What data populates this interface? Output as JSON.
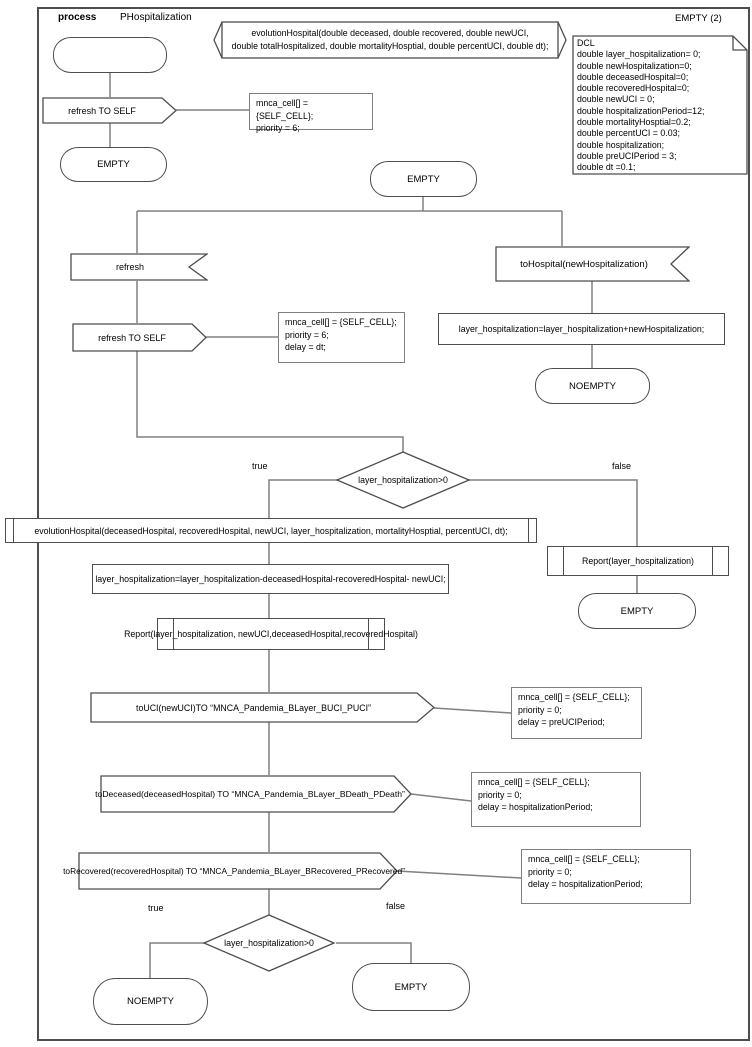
{
  "header": {
    "kind_label": "process",
    "process_name": "PHospitalization",
    "state_tag": "EMPTY (2)"
  },
  "colors": {
    "shape_border": "#4d4d4d",
    "connector": "#808080",
    "comment_border": "#7f7f7f",
    "background": "#ffffff",
    "text": "#000000"
  },
  "signature": {
    "text": "evolutionHospital(double deceased, double recovered, double newUCI,\ndouble totalHospitalized, double mortalityHosptial, double percentUCI, double dt);"
  },
  "declarations": {
    "text": "DCL\ndouble layer_hospitalization= 0;\ndouble newHospitalization=0;\ndouble deceasedHospital=0;\ndouble recoveredHospital=0;\ndouble newUCI = 0;\ndouble hospitalizationPeriod=12;\ndouble mortalityHosptial=0.2;\ndouble percentUCI = 0.03;\ndouble hospitalization;\ndouble preUCIPeriod = 3;\ndouble dt =0.1;"
  },
  "nodes": {
    "output_refresh_init": "refresh TO SELF",
    "comment_init": "mnca_cell[] = {SELF_CELL};\npriority = 6;",
    "state_empty_start": "EMPTY",
    "state_empty_main": "EMPTY",
    "input_refresh": "refresh",
    "output_refresh_self": "refresh TO SELF",
    "comment_refresh": "mnca_cell[] = {SELF_CELL};\npriority = 6;\ndelay = dt;",
    "input_tohospital": "toHospital(newHospitalization)",
    "task_add": "layer_hospitalization=layer_hospitalization+newHospitalization;",
    "state_noempty_right": "NOEMPTY",
    "decision_top": "layer_hospitalization>0",
    "proc_evolution": "evolutionHospital(deceasedHospital, recoveredHospital, newUCI, layer_hospitalization, mortalityHosptial, percentUCI, dt);",
    "task_subtract": "layer_hospitalization=layer_hospitalization-deceasedHospital-recoveredHospital- newUCI;",
    "proc_report_main": "Report(layer_hospitalization, newUCI,deceasedHospital,recoveredHospital)",
    "output_touci": "toUCI(newUCI)TO “MNCA_Pandemia_BLayer_BUCI_PUCI”",
    "comment_touci": "mnca_cell[] = {SELF_CELL};\npriority = 0;\ndelay = preUCIPeriod;",
    "output_todeceased": "toDeceased(deceasedHospital) TO “MNCA_Pandemia_BLayer_BDeath_PDeath”",
    "comment_todeceased": "mnca_cell[] = {SELF_CELL};\npriority = 0;\ndelay = hospitalizationPeriod;",
    "output_torecovered": "toRecovered(recoveredHospital) TO “MNCA_Pandemia_BLayer_BRecovered_PRecovered”",
    "comment_torecovered": "mnca_cell[] = {SELF_CELL};\npriority = 0;\ndelay = hospitalizationPeriod;",
    "proc_report_false": "Report(layer_hospitalization)",
    "state_empty_false": "EMPTY",
    "decision_bottom": "layer_hospitalization>0",
    "state_noempty_end": "NOEMPTY",
    "state_empty_end": "EMPTY"
  },
  "labels": {
    "true_top": "true",
    "false_top": "false",
    "true_bottom": "true",
    "false_bottom": "false"
  }
}
